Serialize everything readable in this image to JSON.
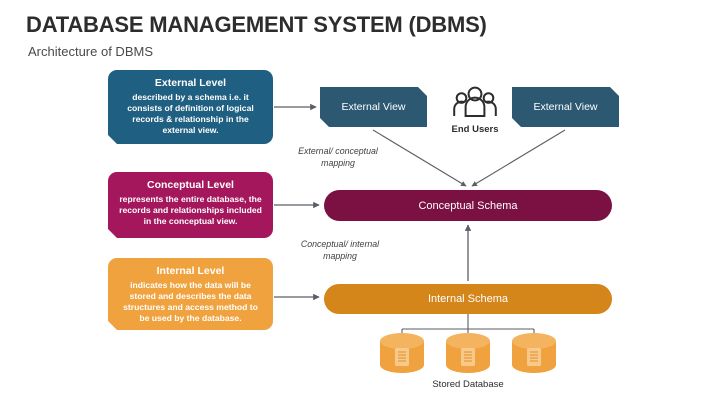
{
  "header": {
    "title": "DATABASE MANAGEMENT SYSTEM (DBMS)",
    "subtitle": "Architecture of DBMS"
  },
  "levels": [
    {
      "id": "external",
      "title": "External Level",
      "description": "described by a schema i.e. it consists of definition of logical records & relationship in the external view.",
      "color": "#1f5f82"
    },
    {
      "id": "conceptual",
      "title": "Conceptual Level",
      "description": "represents the entire database, the records and relationships included in the conceptual view.",
      "color": "#a4175c"
    },
    {
      "id": "internal",
      "title": "Internal Level",
      "description": "indicates how the data will be stored and describes the data structures and access method to be used by the database.",
      "color": "#efa23e"
    }
  ],
  "views": {
    "left_label": "External View",
    "right_label": "External View",
    "color": "#2c5871"
  },
  "end_users": {
    "label": "End Users",
    "icon": "users-icon"
  },
  "schemas": {
    "conceptual": {
      "label": "Conceptual Schema",
      "color": "#7b1142"
    },
    "internal": {
      "label": "Internal Schema",
      "color": "#d4861b"
    }
  },
  "mappings": {
    "external_conceptual": "External/ conceptual mapping",
    "conceptual_internal": "Conceptual/ internal mapping"
  },
  "storage": {
    "label": "Stored Database",
    "cylinder_count": 3,
    "color": "#efa23e"
  },
  "connector_color": "#5a5f66"
}
